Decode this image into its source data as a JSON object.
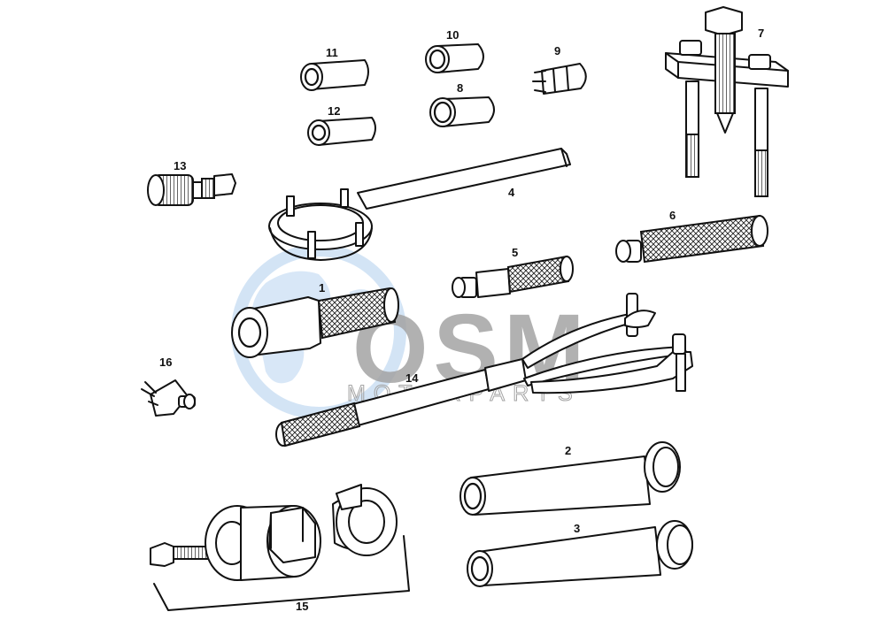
{
  "watermark": {
    "brand": "OSM",
    "sub": "MOTORPARTS",
    "globe_color": "#cfe2f5",
    "text_color": "#9a9a9a"
  },
  "callouts": {
    "c1": "1",
    "c2": "2",
    "c3": "3",
    "c4": "4",
    "c5": "5",
    "c6": "6",
    "c7": "7",
    "c8": "8",
    "c9": "9",
    "c10": "10",
    "c11": "11",
    "c12": "12",
    "c13": "13",
    "c14": "14",
    "c15": "15",
    "c16": "16"
  }
}
